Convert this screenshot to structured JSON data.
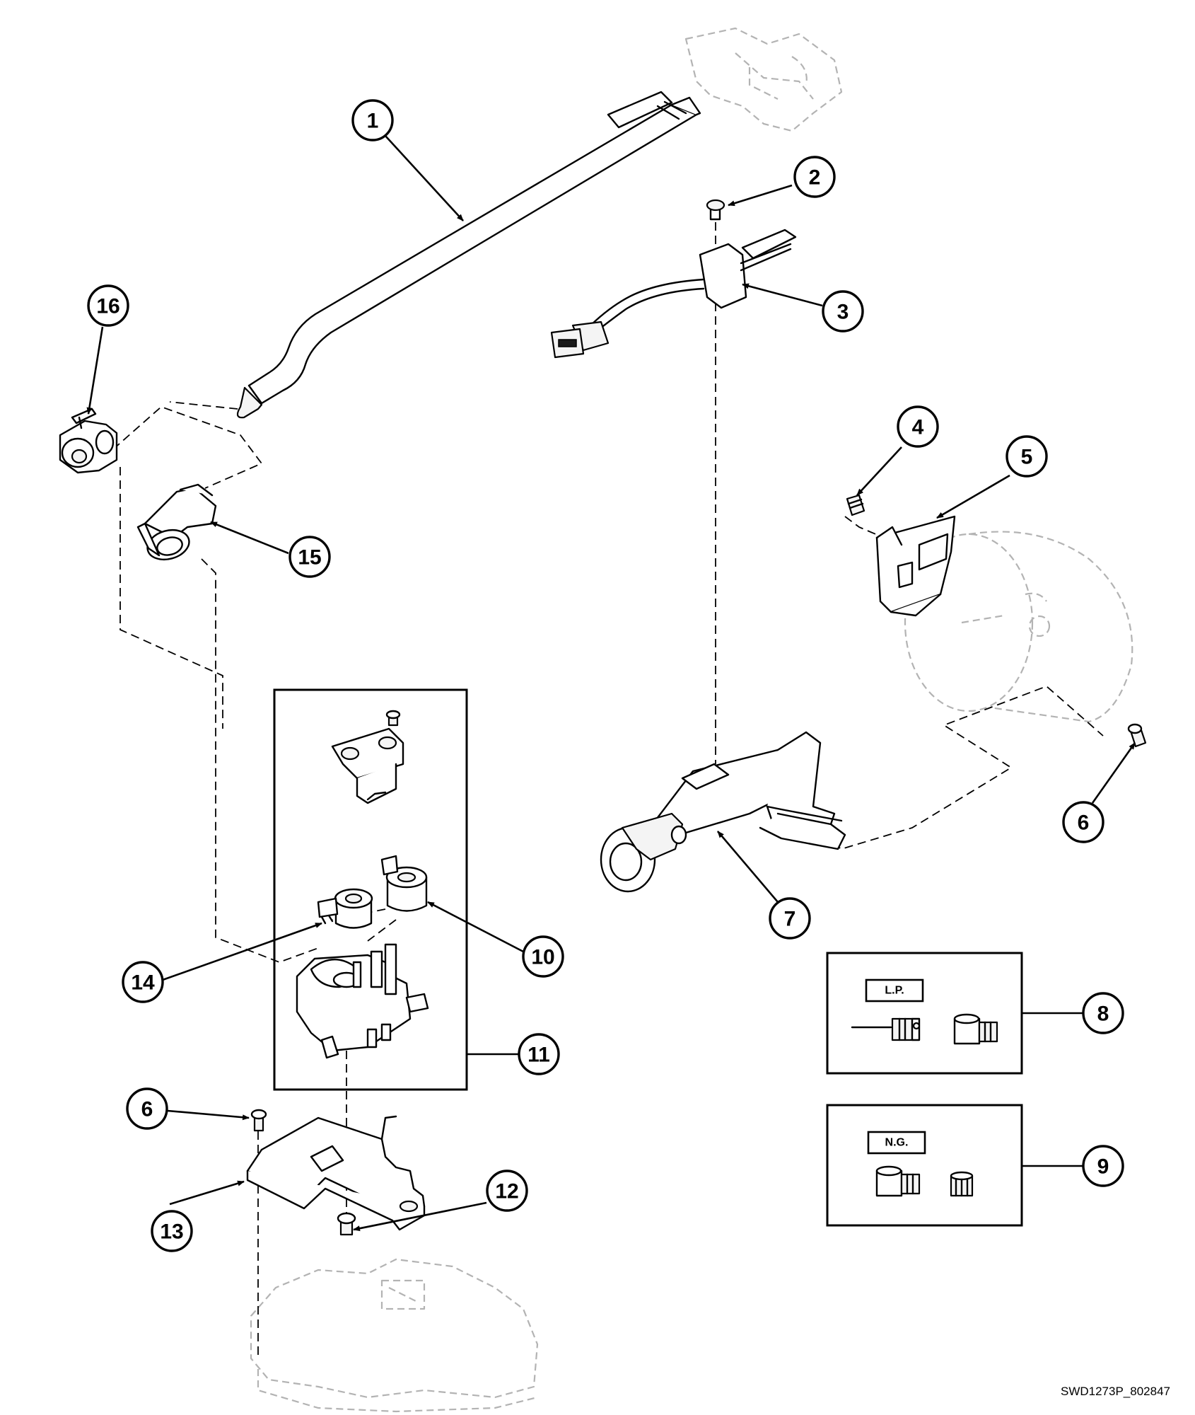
{
  "callouts": [
    "1",
    "2",
    "3",
    "4",
    "5",
    "6",
    "7",
    "8",
    "9",
    "10",
    "11",
    "12",
    "13",
    "14",
    "15",
    "16"
  ],
  "tags": {
    "lp": "L.P.",
    "ng": "N.G."
  },
  "drawing_code": "SWD1273P_802847",
  "colors": {
    "line": "#000000",
    "ghost": "#b3b3b3",
    "background": "#ffffff"
  }
}
